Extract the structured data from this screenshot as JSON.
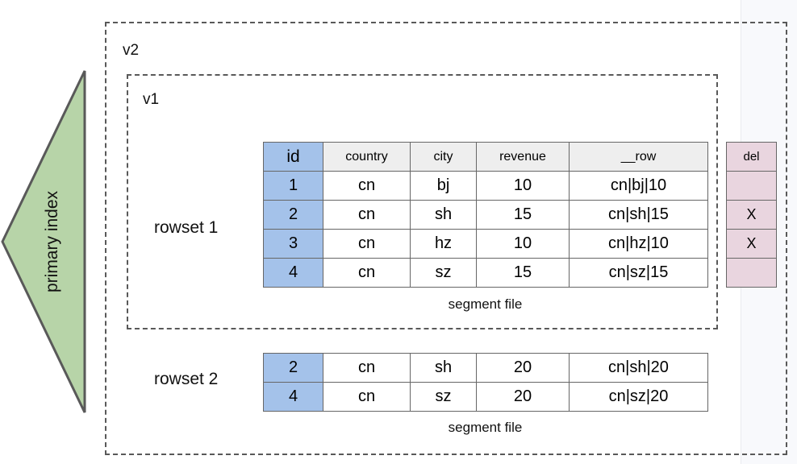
{
  "diagram": {
    "primary_index": {
      "label": "primary index",
      "fill_color": "#b7d4a8",
      "stroke_color": "#595959"
    },
    "versions": [
      {
        "id": "v2",
        "label": "v2"
      },
      {
        "id": "v1",
        "label": "v1"
      }
    ],
    "colors": {
      "id_column": "#a4c2ea",
      "header": "#eeeeee",
      "delete_column": "#e9d5df",
      "border": "#666666",
      "dashed_border": "#595959"
    },
    "rowsets": [
      {
        "name": "rowset 1",
        "caption": "segment file",
        "columns": [
          "id",
          "country",
          "city",
          "revenue",
          "__row"
        ],
        "rows": [
          [
            "1",
            "cn",
            "bj",
            "10",
            "cn|bj|10"
          ],
          [
            "2",
            "cn",
            "sh",
            "15",
            "cn|sh|15"
          ],
          [
            "3",
            "cn",
            "hz",
            "10",
            "cn|hz|10"
          ],
          [
            "4",
            "cn",
            "sz",
            "15",
            "cn|sz|15"
          ]
        ]
      },
      {
        "name": "rowset 2",
        "caption": "segment file",
        "columns": [
          "id",
          "country",
          "city",
          "revenue",
          "__row"
        ],
        "rows": [
          [
            "2",
            "cn",
            "sh",
            "20",
            "cn|sh|20"
          ],
          [
            "4",
            "cn",
            "sz",
            "20",
            "cn|sz|20"
          ]
        ]
      }
    ],
    "delete_column": {
      "header": "del",
      "marks": [
        "",
        "X",
        "X",
        ""
      ]
    }
  }
}
